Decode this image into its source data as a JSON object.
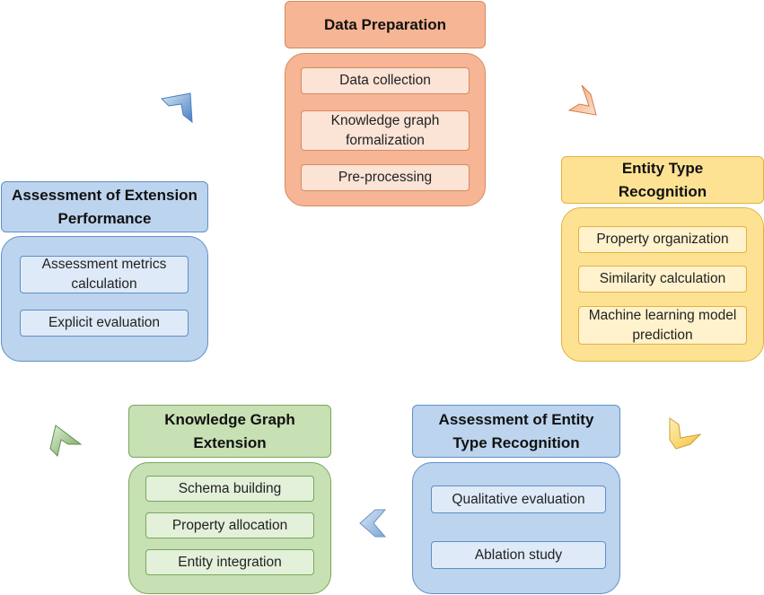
{
  "stages": {
    "data_preparation": {
      "title": "Data Preparation",
      "items": [
        "Data collection",
        "Knowledge graph formalization",
        "Pre-processing"
      ]
    },
    "entity_type_recognition": {
      "title": "Entity Type Recognition",
      "items": [
        "Property organization",
        "Similarity calculation",
        "Machine learning model prediction"
      ]
    },
    "assessment_entity_type_recognition": {
      "title": "Assessment of Entity Type Recognition",
      "items": [
        "Qualitative evaluation",
        "Ablation study"
      ]
    },
    "knowledge_graph_extension": {
      "title": "Knowledge Graph Extension",
      "items": [
        "Schema building",
        "Property allocation",
        "Entity integration"
      ]
    },
    "assessment_extension_performance": {
      "title": "Assessment of Extension Performance",
      "items": [
        "Assessment metrics calculation",
        "Explicit evaluation"
      ]
    }
  },
  "colors": {
    "orange": "#f6b595",
    "yellow": "#fde293",
    "blue": "#bcd4ee",
    "green": "#c7e0b4"
  },
  "arrows": [
    "chevron-right-down-icon",
    "chevron-down-left-icon",
    "chevron-left-icon",
    "chevron-up-left-icon",
    "chevron-up-right-icon"
  ]
}
